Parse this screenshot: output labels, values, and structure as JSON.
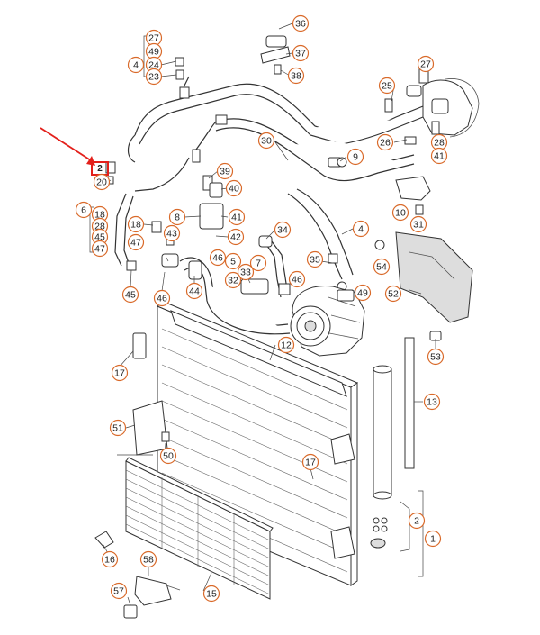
{
  "highlight": {
    "label": "2",
    "color": "#e3201b"
  },
  "accent_color": "#d96a2a",
  "callouts": [
    {
      "id": "c36",
      "label": "36"
    },
    {
      "id": "c37",
      "label": "37"
    },
    {
      "id": "c38",
      "label": "38"
    },
    {
      "id": "c27a",
      "label": "27"
    },
    {
      "id": "c49a",
      "label": "49"
    },
    {
      "id": "c24",
      "label": "24"
    },
    {
      "id": "c4a",
      "label": "4"
    },
    {
      "id": "c23",
      "label": "23"
    },
    {
      "id": "c27b",
      "label": "27"
    },
    {
      "id": "c25",
      "label": "25"
    },
    {
      "id": "c26",
      "label": "26"
    },
    {
      "id": "c28a",
      "label": "28"
    },
    {
      "id": "c41a",
      "label": "41"
    },
    {
      "id": "c30",
      "label": "30"
    },
    {
      "id": "c9",
      "label": "9"
    },
    {
      "id": "c39",
      "label": "39"
    },
    {
      "id": "c40",
      "label": "40"
    },
    {
      "id": "c20",
      "label": "20"
    },
    {
      "id": "c6",
      "label": "6"
    },
    {
      "id": "c18a",
      "label": "18"
    },
    {
      "id": "c28b",
      "label": "28"
    },
    {
      "id": "c45a",
      "label": "45"
    },
    {
      "id": "c47a",
      "label": "47"
    },
    {
      "id": "c18b",
      "label": "18"
    },
    {
      "id": "c8",
      "label": "8"
    },
    {
      "id": "c41b",
      "label": "41"
    },
    {
      "id": "c47b",
      "label": "47"
    },
    {
      "id": "c43",
      "label": "43"
    },
    {
      "id": "c42",
      "label": "42"
    },
    {
      "id": "c34",
      "label": "34"
    },
    {
      "id": "c4b",
      "label": "4"
    },
    {
      "id": "c10",
      "label": "10"
    },
    {
      "id": "c31",
      "label": "31"
    },
    {
      "id": "c54",
      "label": "54"
    },
    {
      "id": "c46a",
      "label": "46"
    },
    {
      "id": "c5",
      "label": "5"
    },
    {
      "id": "c7",
      "label": "7"
    },
    {
      "id": "c35",
      "label": "35"
    },
    {
      "id": "c33",
      "label": "33"
    },
    {
      "id": "c32",
      "label": "32"
    },
    {
      "id": "c46b",
      "label": "46"
    },
    {
      "id": "c45b",
      "label": "45"
    },
    {
      "id": "c44",
      "label": "44"
    },
    {
      "id": "c46c",
      "label": "46"
    },
    {
      "id": "c49b",
      "label": "49"
    },
    {
      "id": "c52",
      "label": "52"
    },
    {
      "id": "c12",
      "label": "12"
    },
    {
      "id": "c53",
      "label": "53"
    },
    {
      "id": "c17a",
      "label": "17"
    },
    {
      "id": "c13",
      "label": "13"
    },
    {
      "id": "c51",
      "label": "51"
    },
    {
      "id": "c50",
      "label": "50"
    },
    {
      "id": "c17b",
      "label": "17"
    },
    {
      "id": "c2",
      "label": "2"
    },
    {
      "id": "c1",
      "label": "1"
    },
    {
      "id": "c16",
      "label": "16"
    },
    {
      "id": "c58",
      "label": "58"
    },
    {
      "id": "c15",
      "label": "15"
    },
    {
      "id": "c57",
      "label": "57"
    }
  ]
}
